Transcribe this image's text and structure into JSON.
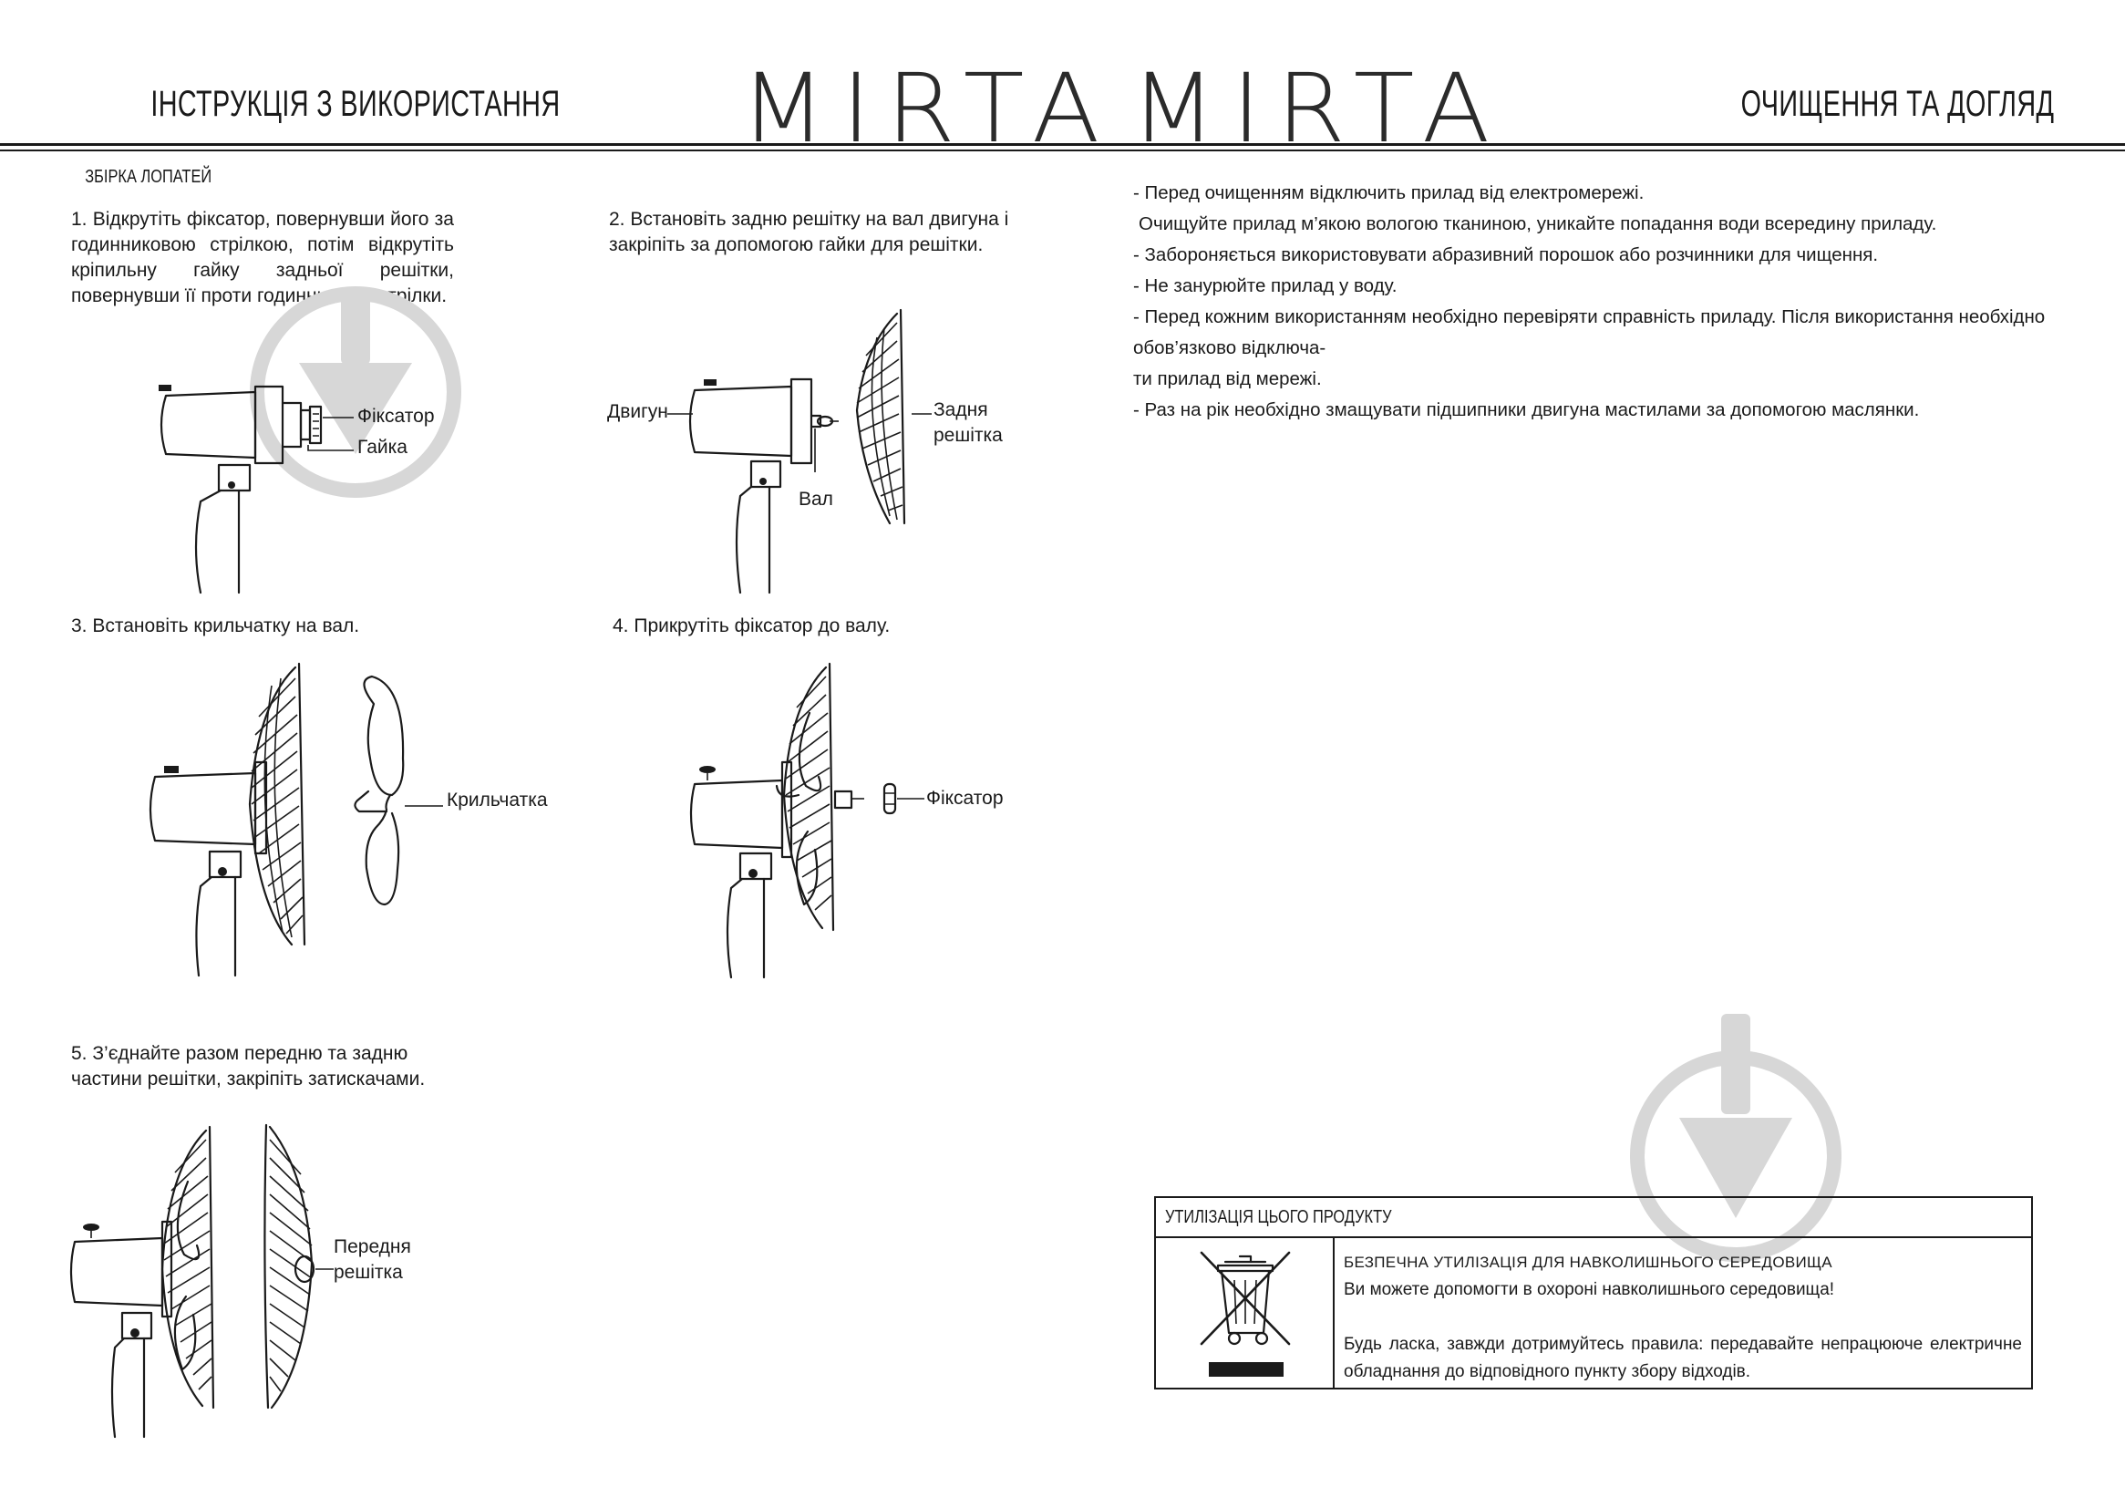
{
  "header": {
    "left_title": "ІНСТРУКЦІЯ З ВИКОРИСТАННЯ",
    "right_title": "ОЧИЩЕННЯ ТА ДОГЛЯД",
    "brand_left": "MIRTA",
    "brand_right": "MIRTA"
  },
  "assembly": {
    "section_title": "ЗБІРКА ЛОПАТЕЙ",
    "steps": [
      {
        "text": "1. Відкрутіть фіксатор, повернувши його за годинниковою стрілкою, потім відкрутіть кріпильну гайку задньої решітки, повернувши її проти годинникової стрілки.",
        "labels": [
          "Фіксатор",
          "Гайка"
        ]
      },
      {
        "text": "2. Встановіть задню решітку на вал двигуна і закріпіть за допомогою гайки для решітки.",
        "labels": [
          "Двигун",
          "Вал",
          "Задня",
          "решітка"
        ]
      },
      {
        "text": "3. Встановіть крильчатку на вал.",
        "labels": [
          "Крильчатка"
        ]
      },
      {
        "text": "4. Прикрутіть фіксатор до валу.",
        "labels": [
          "Фіксатор"
        ]
      },
      {
        "text": "5. З’єднайте разом передню та задню частини решітки, закріпіть затискачами.",
        "labels": [
          "Передня",
          "решітка"
        ]
      }
    ]
  },
  "care": {
    "items": [
      "- Перед очищенням відключить прилад від електромережі.",
      "Очищуйте прилад м’якою вологою тканиною, уникайте попадання води всередину приладу.",
      "- Забороняється використовувати абразивний порошок або розчинники для чищення.",
      "- Не занурюйте прилад у воду.",
      "- Перед кожним використанням необхідно перевіряти справність приладу. Після використання необхідно обов’язково відключа-",
      "ти прилад від мережі.",
      "- Раз на рік необхідно змащувати підшипники двигуна мастилами за допомогою маслянки."
    ]
  },
  "disposal": {
    "title": "УТИЛІЗАЦІЯ ЦЬОГО ПРОДУКТУ",
    "subtitle": "БЕЗПЕЧНА УТИЛІЗАЦІЯ  ДЛЯ  НАВКОЛИШНЬОГО СЕРЕДОВИЩА",
    "line1": "Ви можете допомогти в охороні навколишнього середовища!",
    "line2": "Будь ласка, завжди дотримуйтесь правила: передавайте непрацююче електричне обладнання до відповідного пункту збору відходів.",
    "icon": "crossed-out-wheelie-bin-icon"
  },
  "watermark_icon": "download-arrow-watermark-icon"
}
